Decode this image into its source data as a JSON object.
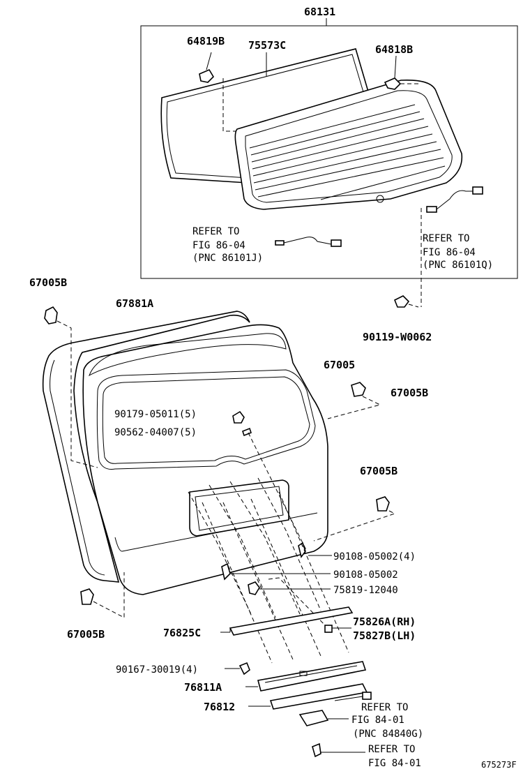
{
  "labels": {
    "p68131": "68131",
    "p64819B": "64819B",
    "p75573C": "75573C",
    "p64818B": "64818B",
    "ref_left_1": "REFER TO",
    "ref_left_2": "FIG 86-04",
    "ref_left_3": "(PNC 86101J)",
    "ref_right_1": "REFER TO",
    "ref_right_2": "FIG 86-04",
    "ref_right_3": "(PNC 86101Q)",
    "p67005B_a": "67005B",
    "p67881A": "67881A",
    "p90119": "90119-W0062",
    "p67005": "67005",
    "p67005B_b": "67005B",
    "p90179": "90179-05011(5)",
    "p90562": "90562-04007(5)",
    "p67005B_c": "67005B",
    "p90108a": "90108-05002(4)",
    "p90108b": "90108-05002",
    "p75819": "75819-12040",
    "p67005B_d": "67005B",
    "p76825C": "76825C",
    "p75826A": "75826A(RH)",
    "p75827B": "75827B(LH)",
    "p90167": "90167-30019(4)",
    "p76811A": "76811A",
    "p76812": "76812",
    "ref_b1_1": "REFER TO",
    "ref_b1_2": "FIG 84-01",
    "ref_b1_3": "(PNC 84840G)",
    "ref_b2_1": "REFER TO",
    "ref_b2_2": "FIG 84-01",
    "figure_code": "675273F"
  }
}
